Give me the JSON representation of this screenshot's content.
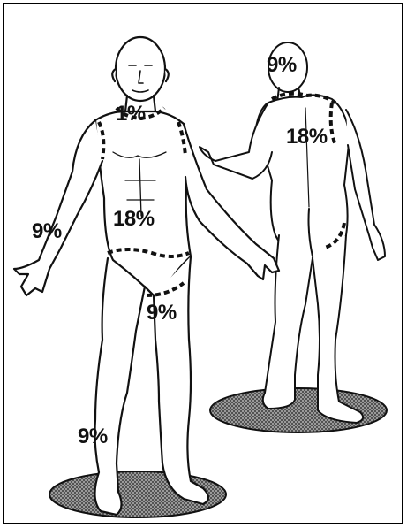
{
  "labels": {
    "head_front": "1%",
    "head_back": "9%",
    "back_trunk": "18%",
    "front_trunk": "18%",
    "left_arm": "9%",
    "groin_leg": "9%",
    "lower_leg": "9%"
  },
  "colors": {
    "ink": "#111111",
    "platform": "#7a7a7a",
    "background": "#ffffff"
  }
}
